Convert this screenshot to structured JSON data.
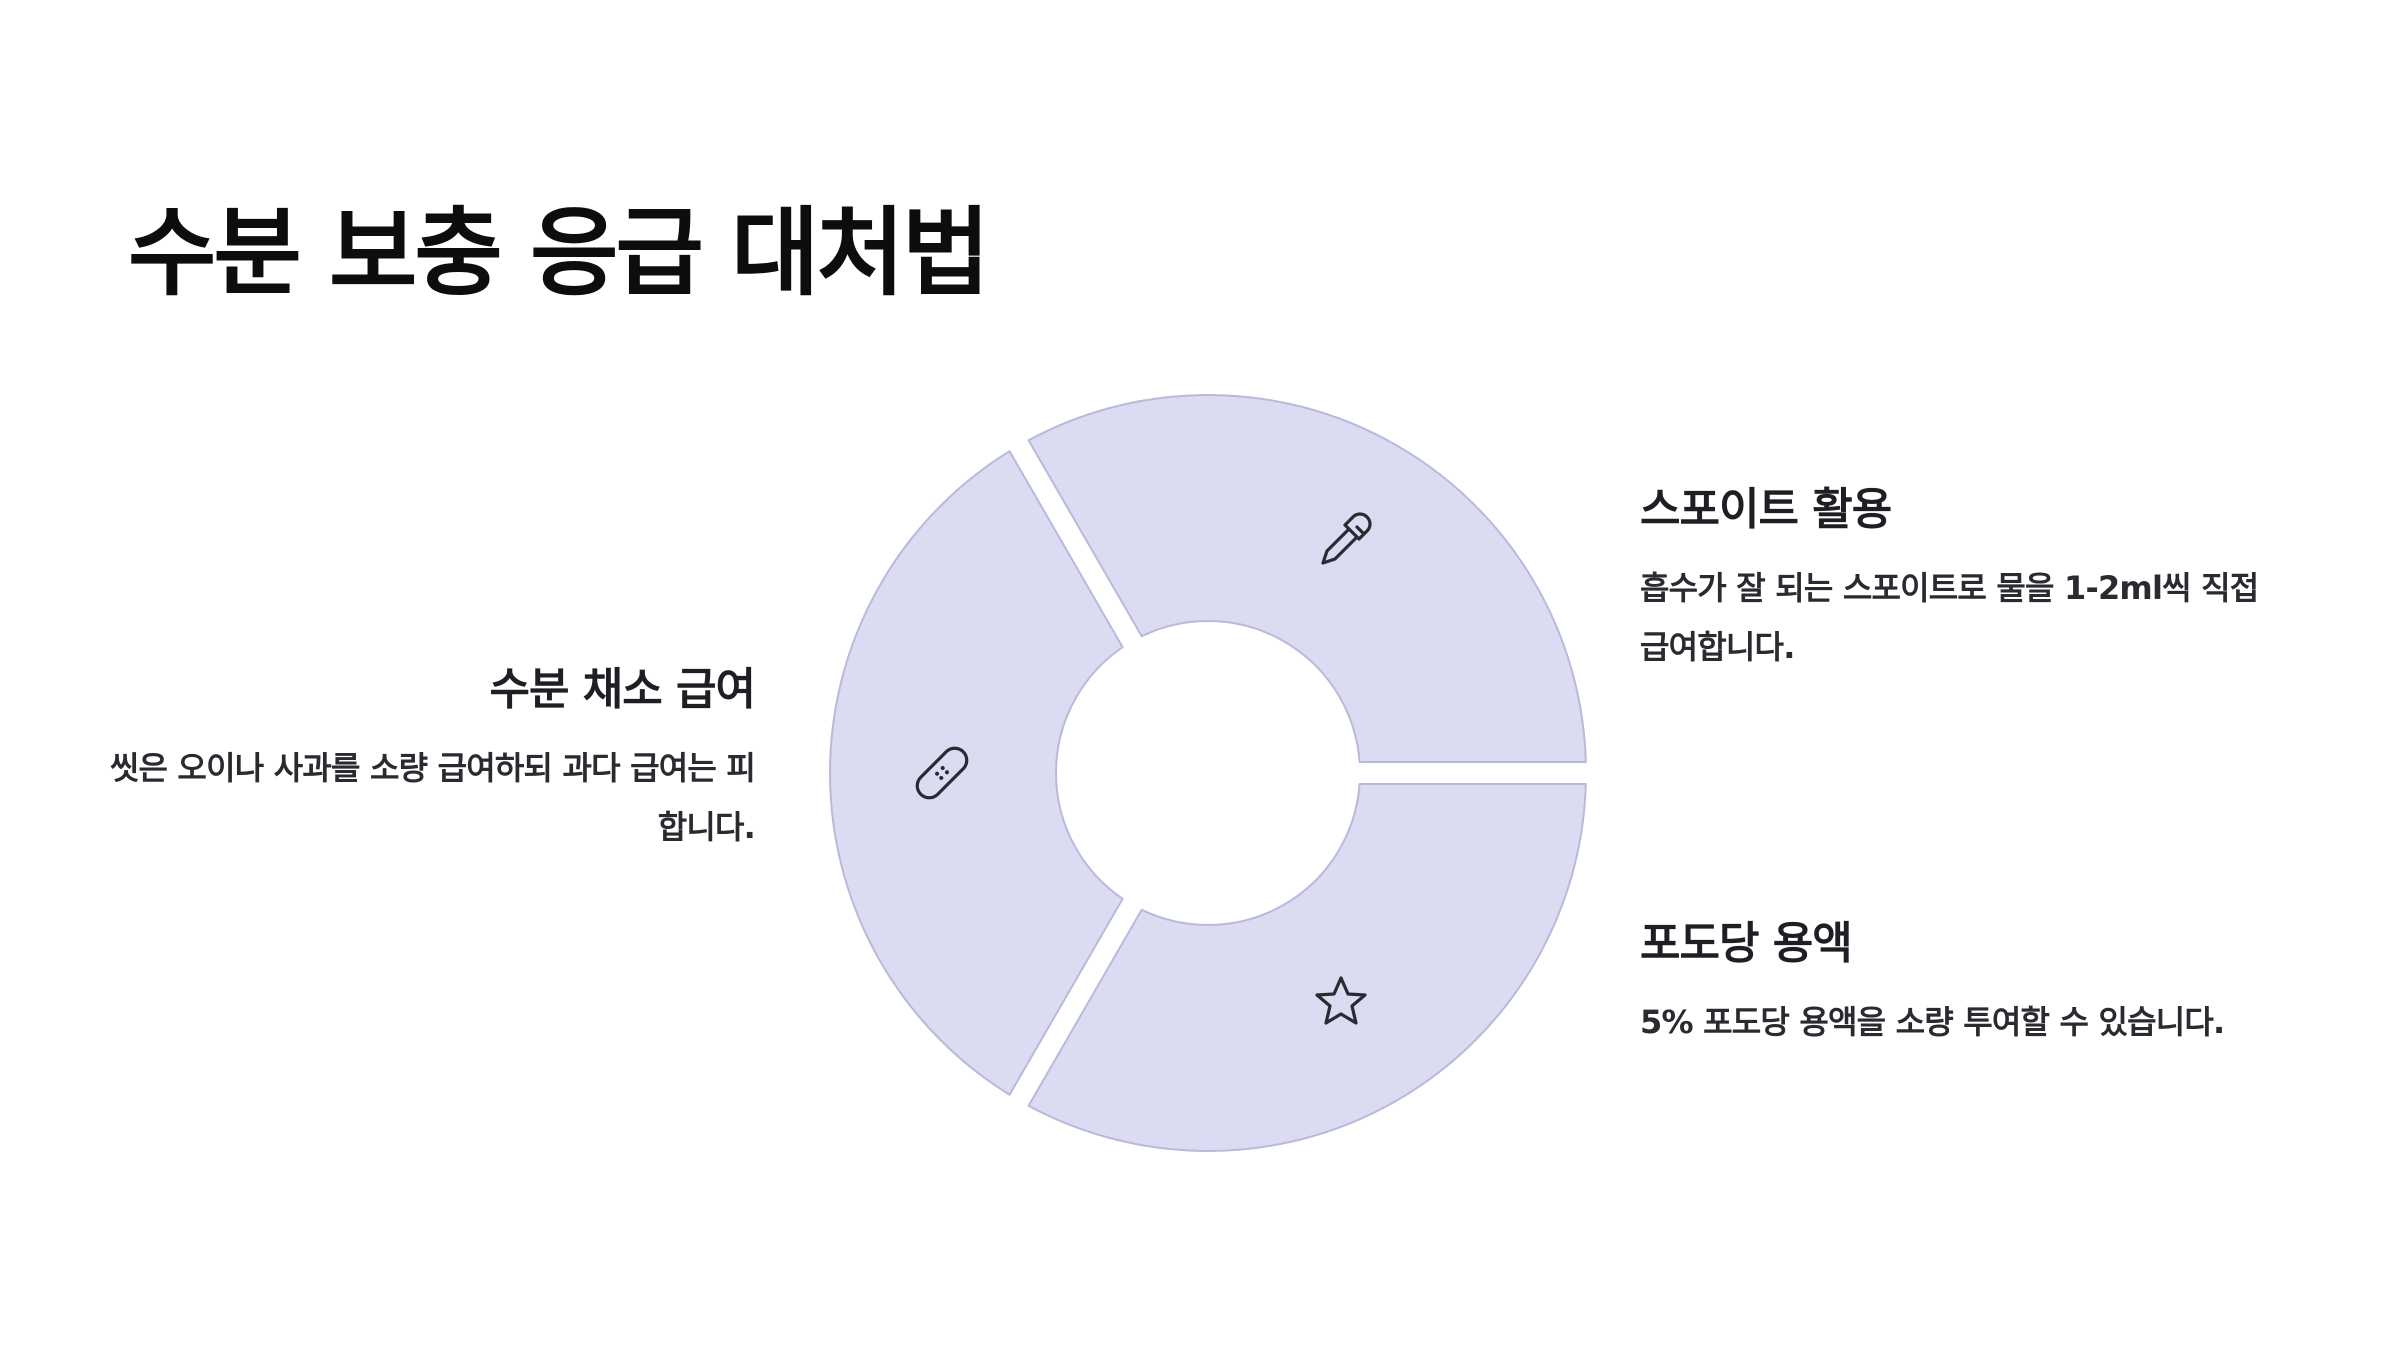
{
  "title": "수분 보충 응급 대처법",
  "colors": {
    "segment_fill": "#dbdbf1",
    "segment_stroke": "#b9b9dc",
    "text": "#1c1c20"
  },
  "segments": [
    {
      "icon": "dropper-icon",
      "heading": "스포이트 활용",
      "text": "흡수가 잘 되는 스포이트로 물을 1-2ml씩 직접 급여합니다."
    },
    {
      "icon": "star-icon",
      "heading": "포도당 용액",
      "text": "5% 포도당 용액을 소량 투여할 수 있습니다."
    },
    {
      "icon": "bandage-icon",
      "heading": "수분 채소 급여",
      "text": "씻은 오이나 사과를 소량 급여하되 과다 급여는 피합니다."
    }
  ]
}
